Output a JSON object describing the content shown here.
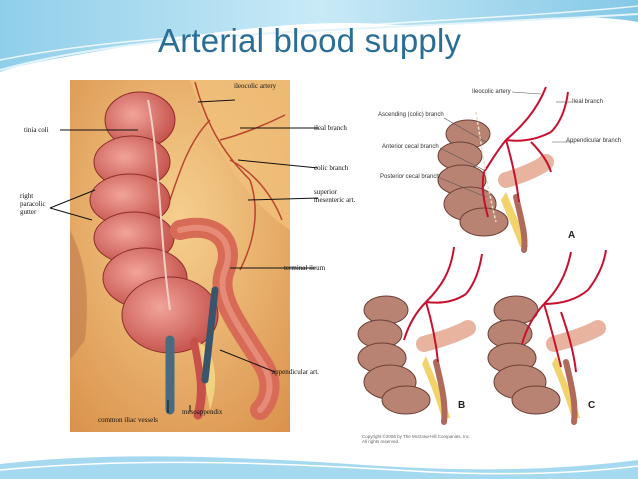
{
  "slide": {
    "title": "Arterial blood supply"
  },
  "left_figure": {
    "labels": {
      "ileocolic_artery": "ileocolic artery",
      "taenia_coli": "tinia coli",
      "ileal_branch": "ileal branch",
      "colic_branch": "colic branch",
      "superior_mesenteric": "superior mesenteric art.",
      "right_paracolic": "right paracolic gutter",
      "terminal_ileum": "terminal ileum",
      "appendicular_art": "appendicular art.",
      "mesoappendix": "mesoappendix",
      "common_iliac": "common iliac vessels"
    }
  },
  "right_figure": {
    "labels": {
      "ileocolic_artery": "Ileocolic artery",
      "ileal_branch": "Ileal branch",
      "ascending_colic": "Ascending (colic) branch",
      "appendicular_branch": "Appendicular branch",
      "anterior_cecal": "Anterior cecal branch",
      "posterior_cecal": "Posterior cecal branch"
    },
    "panel_letters": [
      "A",
      "B",
      "C"
    ],
    "copyright_line1": "Copyright ©2006 by The McGraw-Hill Companies, Inc.",
    "copyright_line2": "All rights reserved."
  },
  "colors": {
    "title": "#2a6d95",
    "artery": "#c8102e",
    "colon": "#b07a6a",
    "fat": "#f2d36b",
    "wave": "#9fd6ee"
  }
}
